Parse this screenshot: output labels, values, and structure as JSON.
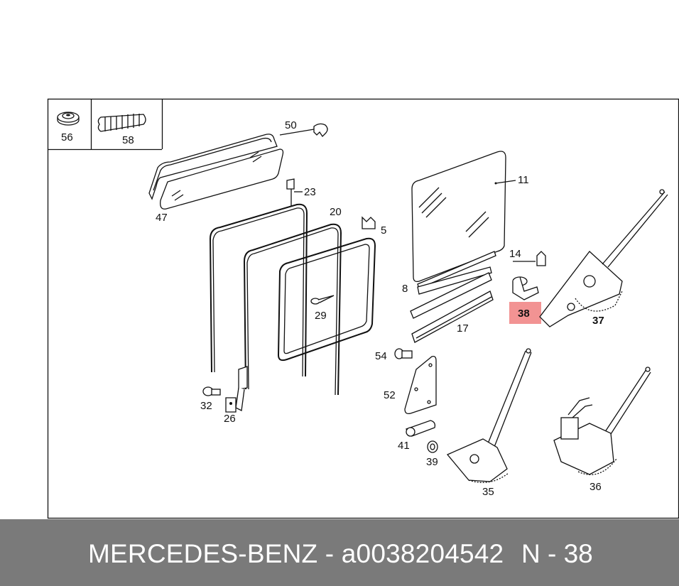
{
  "diagram": {
    "labels": {
      "p56": "56",
      "p58": "58",
      "p50": "50",
      "p47": "47",
      "p23": "23",
      "p20": "20",
      "p5": "5",
      "p29": "29",
      "p32": "32",
      "p26": "26",
      "p11": "11",
      "p14": "14",
      "p8": "8",
      "p38": "38",
      "p37": "37",
      "p17": "17",
      "p54": "54",
      "p52": "52",
      "p41": "41",
      "p39": "39",
      "p35": "35",
      "p36": "36"
    },
    "highlight_color": "#f08080"
  },
  "footer": {
    "brand_part": "MERCEDES-BENZ - a0038204542",
    "reference": "N - 38"
  }
}
